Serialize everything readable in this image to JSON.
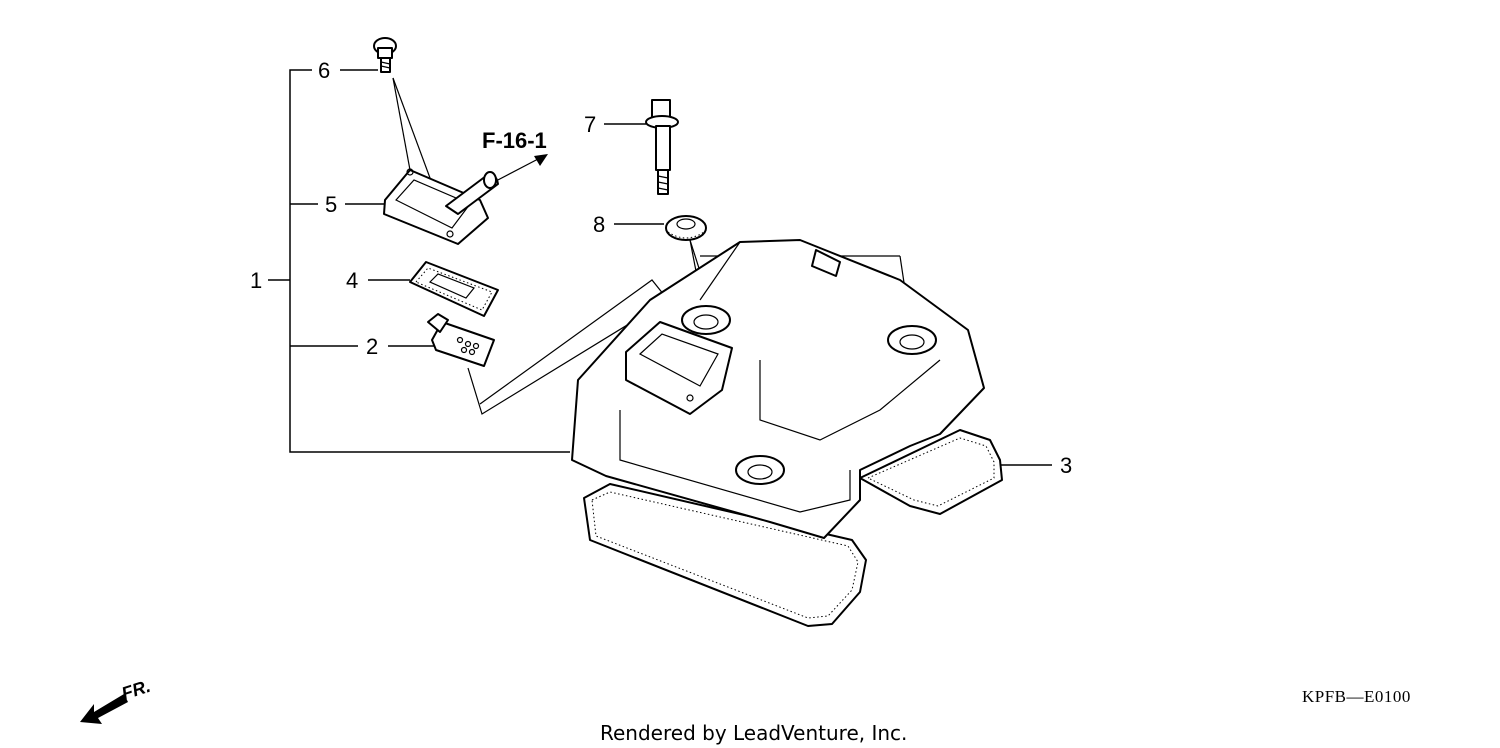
{
  "diagram": {
    "callouts": {
      "c1": "1",
      "c2": "2",
      "c3": "3",
      "c4": "4",
      "c5": "5",
      "c6": "6",
      "c7": "7",
      "c8": "8"
    },
    "reference_label": "F-16-1",
    "front_indicator": "FR.",
    "diagram_code": "KPFB—E0100",
    "credit": "Rendered by LeadVenture, Inc."
  }
}
